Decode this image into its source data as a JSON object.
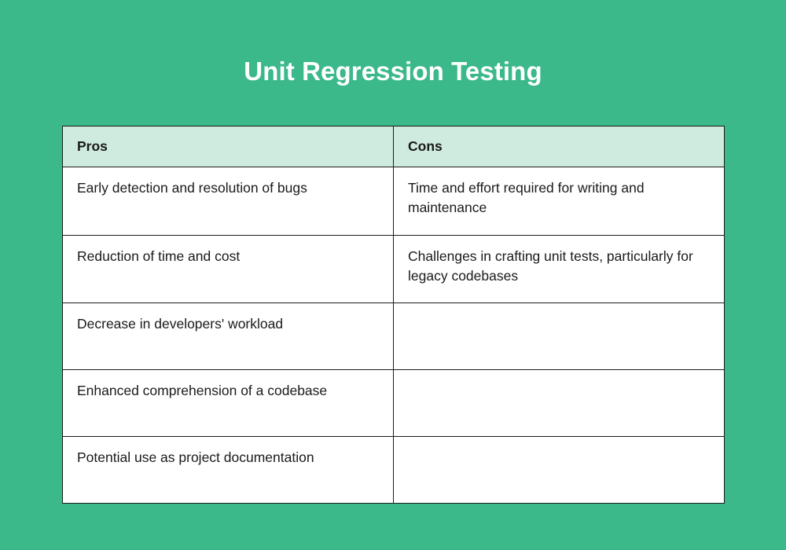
{
  "page": {
    "title": "Unit Regression Testing",
    "background_color": "#3bb98a",
    "title_color": "#ffffff",
    "header_fill_color": "#cfeade",
    "border_color": "#1b1b1b",
    "text_color": "#1a1a1a"
  },
  "table": {
    "headers": {
      "pros": "Pros",
      "cons": "Cons"
    },
    "rows": [
      {
        "pros": "Early detection and resolution of bugs",
        "cons": "Time and effort required for writing and maintenance"
      },
      {
        "pros": "Reduction of time and cost",
        "cons": "Challenges in crafting unit tests, particularly for legacy codebases"
      },
      {
        "pros": "Decrease in developers' workload",
        "cons": ""
      },
      {
        "pros": "Enhanced comprehension of a codebase",
        "cons": ""
      },
      {
        "pros": "Potential use as project documentation",
        "cons": ""
      }
    ]
  }
}
